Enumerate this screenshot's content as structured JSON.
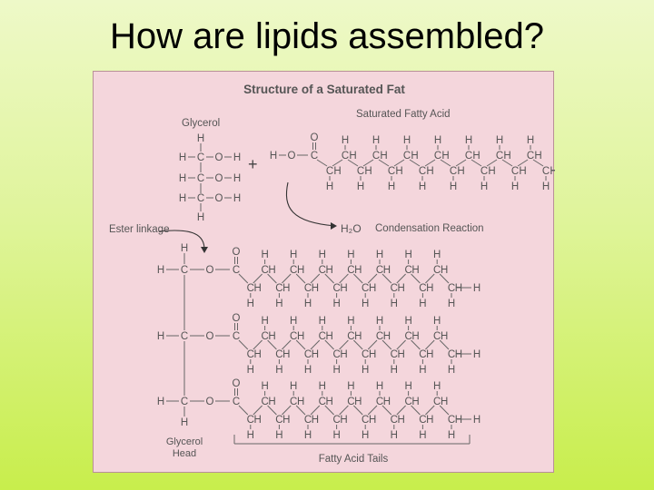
{
  "slide": {
    "title": "How are lipids assembled?"
  },
  "figure": {
    "heading": "Structure of a Saturated Fat",
    "glycerol_label": "Glycerol",
    "fatty_acid_label": "Saturated Fatty Acid",
    "plus_sign": "+",
    "ester_label": "Ester linkage",
    "water": "H₂O",
    "reaction_label": "Condensation Reaction",
    "glycerol_head_label": [
      "Glycerol",
      "Head"
    ],
    "tails_label": "Fatty Acid Tails",
    "atoms": {
      "hydrogen": "H",
      "carbon": "C",
      "oxygen": "O"
    },
    "fatty_acid_chain_carbons": 16,
    "tails_count": 3,
    "colors": {
      "panel": "#f4d6dc",
      "ink": "#555555",
      "bond": "#666666"
    }
  }
}
